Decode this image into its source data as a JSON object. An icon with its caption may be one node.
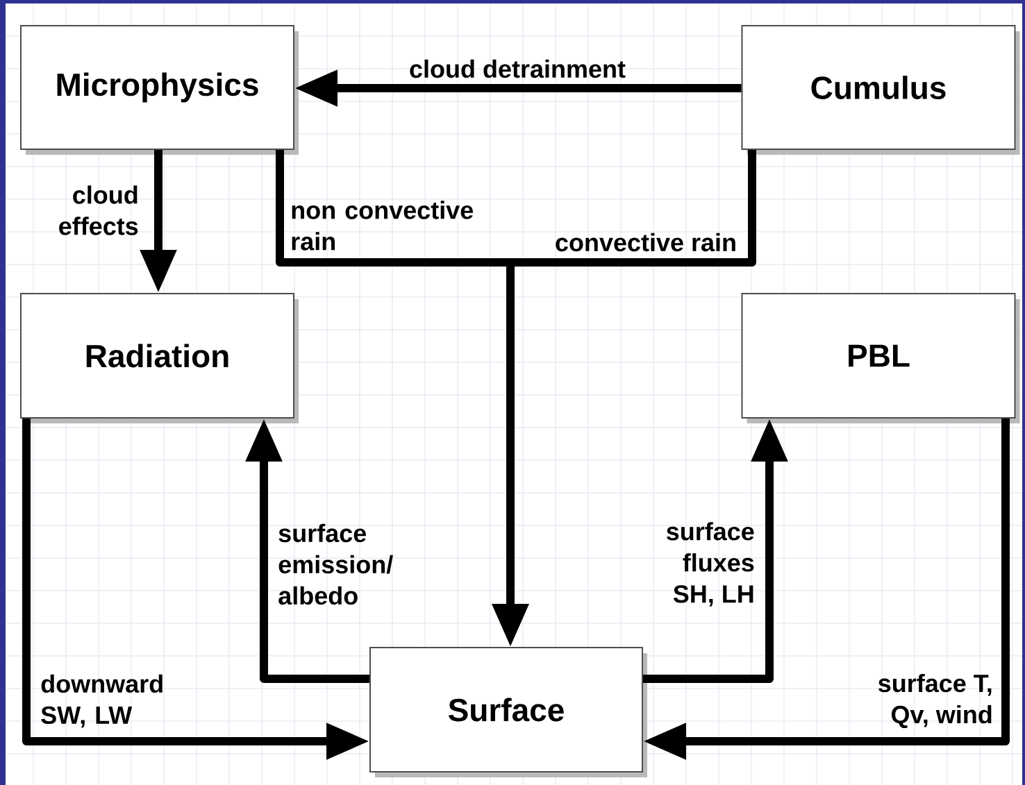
{
  "diagram": {
    "nodes": [
      {
        "text": [
          "Microphysics"
        ]
      },
      {
        "text": [
          "Cumulus"
        ]
      },
      {
        "text": [
          "Radiation"
        ]
      },
      {
        "text": [
          "PBL"
        ]
      },
      {
        "text": [
          "Surface"
        ]
      }
    ],
    "edges": [
      {
        "from": 1,
        "to": 0,
        "arrow": "to",
        "label": "cloud detrainment"
      },
      {
        "from": 0,
        "to": 2,
        "arrow": "to",
        "label": "cloud effects"
      },
      {
        "from": 0,
        "to": 4,
        "arrow": "to",
        "label": "non convective rain"
      },
      {
        "from": 1,
        "to": 4,
        "arrow": "to",
        "label": "convective rain"
      },
      {
        "from": 4,
        "to": 2,
        "arrow": "to",
        "label": "surface emission/ albedo"
      },
      {
        "from": 4,
        "to": 3,
        "arrow": "to",
        "label": "surface fluxes SH, LH"
      },
      {
        "from": 2,
        "to": 4,
        "arrow": "to",
        "label": "downward SW, LW"
      },
      {
        "from": 3,
        "to": 4,
        "arrow": "to",
        "label": "surface T, Qv, wind"
      }
    ]
  }
}
